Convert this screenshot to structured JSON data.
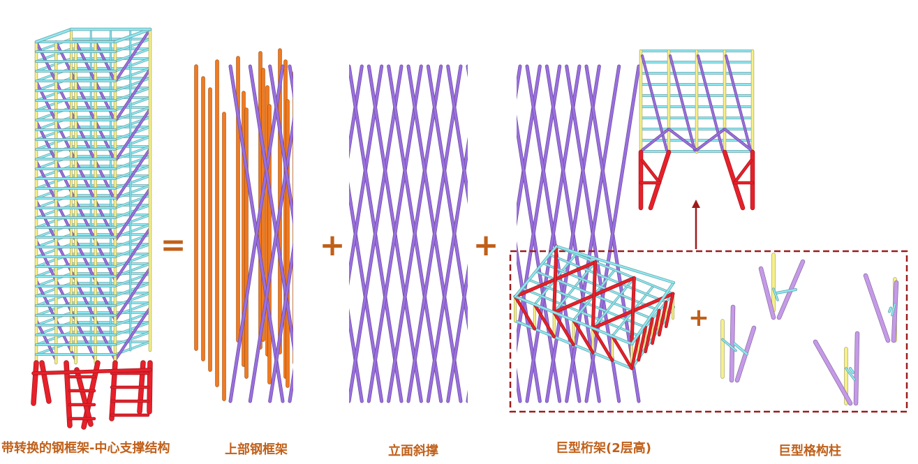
{
  "captions": {
    "full_structure": "带转换的钢框架-中心支撑结构",
    "upper_frame": "上部钢框架",
    "facade_bracing": "立面斜撑",
    "mega_truss": "巨型桁架(2层高)",
    "mega_column": "巨型格构柱"
  },
  "operators": {
    "equals": "=",
    "plus_1": "+",
    "plus_2": "+",
    "plus_3": "+"
  },
  "colors": {
    "column_yellow": "#f6f08a",
    "beam_cyan": "#8fe8f0",
    "brace_purple": "#9a6fe0",
    "transfer_red": "#e8202a",
    "frame_orange": "#f07a20",
    "caption_orange": "#c0601a",
    "callout_border": "#9e1b1b"
  }
}
